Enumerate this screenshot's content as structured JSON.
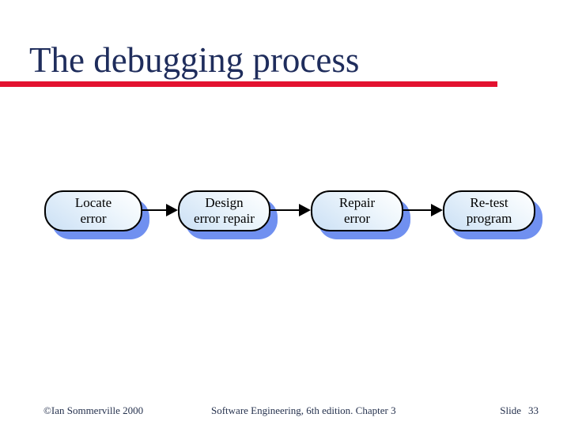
{
  "colors": {
    "title_navy": "#1f2d5c",
    "accent_red": "#e31230",
    "box_border": "#000000",
    "box_fill_light": "#ffffff",
    "box_fill_blue": "#cbe0f5",
    "shadow_blue": "#7090f0",
    "step_text": "#000000",
    "footer_text": "#26324e"
  },
  "title": {
    "text": "The debugging process"
  },
  "diagram": {
    "description": "debugging process flow, four steps left to right",
    "steps": [
      {
        "line1": "Locate",
        "line2": "error"
      },
      {
        "line1": "Design",
        "line2": "error repair"
      },
      {
        "line1": "Repair",
        "line2": "error"
      },
      {
        "line1": "Re-test",
        "line2": "program"
      }
    ]
  },
  "footer": {
    "copyright": "©Ian Sommerville 2000",
    "center": "Software Engineering, 6th edition. Chapter 3",
    "slide_label": "Slide",
    "slide_number": "33"
  }
}
